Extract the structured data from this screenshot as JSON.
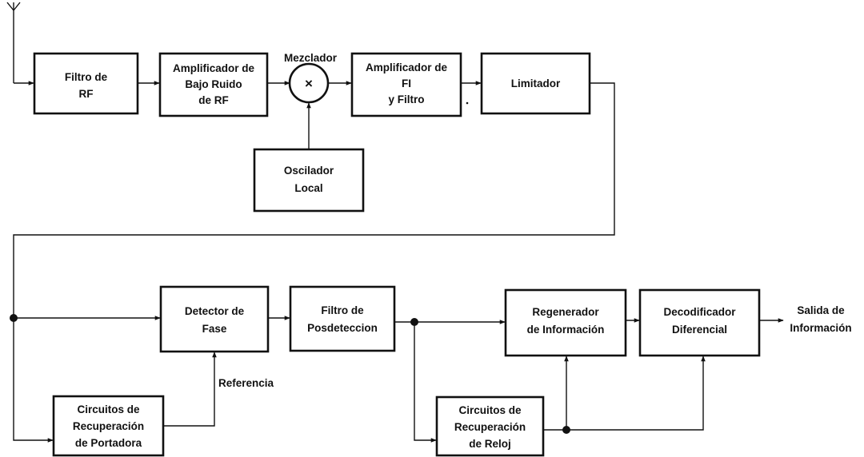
{
  "blocks": {
    "filtro_rf": [
      "Filtro de",
      "RF"
    ],
    "amp_bajo_ruido": [
      "Amplificador de",
      "Bajo Ruido",
      "de RF"
    ],
    "mezclador_symbol": "×",
    "amp_fi": [
      "Amplificador de",
      "FI",
      "y Filtro"
    ],
    "limitador": [
      "Limitador"
    ],
    "oscilador": [
      "Oscilador",
      "Local"
    ],
    "detector_fase": [
      "Detector de",
      "Fase"
    ],
    "filtro_posdeteccion": [
      "Filtro de",
      "Posdeteccion"
    ],
    "regenerador": [
      "Regenerador",
      "de Información"
    ],
    "decodificador": [
      "Decodificador",
      "Diferencial"
    ],
    "rec_portadora": [
      "Circuitos de",
      "Recuperación",
      "de Portadora"
    ],
    "rec_reloj": [
      "Circuitos de",
      "Recuperación",
      "de Reloj"
    ]
  },
  "labels": {
    "mezclador": "Mezclador",
    "referencia": "Referencia",
    "salida": [
      "Salida de",
      "Información"
    ]
  }
}
